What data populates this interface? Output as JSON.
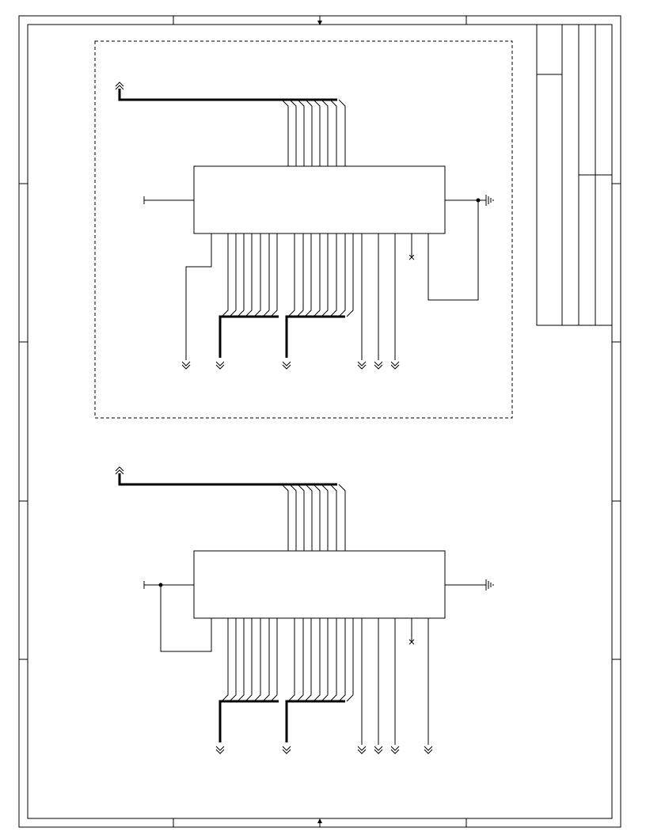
{
  "sheet": {
    "type": "schematic",
    "components": [
      "schematic-block-upper",
      "schematic-block-lower"
    ]
  },
  "colors": {
    "ink": "#000000",
    "paper": "#ffffff"
  },
  "icons": [
    "ground-icon",
    "off-page-connector-icon",
    "no-connect-icon",
    "junction-dot"
  ]
}
